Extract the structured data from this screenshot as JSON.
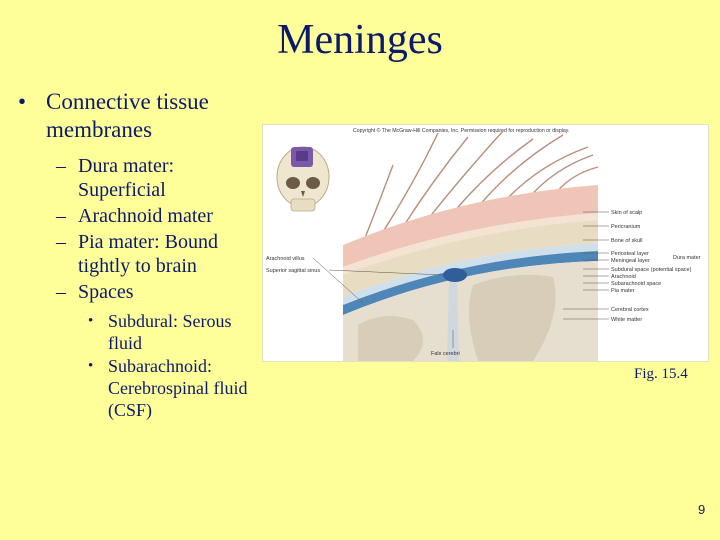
{
  "title": "Meninges",
  "bullets": {
    "b1": "Connective tissue membranes",
    "b2": "Dura mater: Superficial",
    "b3": "Arachnoid mater",
    "b4": "Pia mater: Bound tightly to brain",
    "b5": "Spaces",
    "b6": "Subdural: Serous fluid",
    "b7": "Subarachnoid: Cerebrospinal fluid (CSF)"
  },
  "figure": {
    "copyright": "Copyright © The McGraw-Hill Companies, Inc. Permission required for reproduction or display.",
    "labels": {
      "skin": "Skin of scalp",
      "pericranium": "Pericranium",
      "bone": "Bone of skull",
      "periosteal": "Periosteal layer",
      "meningeal": "Meningeal layer",
      "dura": "Dura mater",
      "subdural": "Subdural space (potential space)",
      "arachnoid": "Arachnoid",
      "subarachnoid": "Subarachnoid space",
      "pia": "Pia mater",
      "cortex": "Cerebral cortex",
      "white": "White matter",
      "villus": "Arachnoid villus",
      "sinus": "Superior sagittal sinus",
      "falx": "Falx cerebri"
    }
  },
  "caption": "Fig. 15.4",
  "page_number": "9"
}
